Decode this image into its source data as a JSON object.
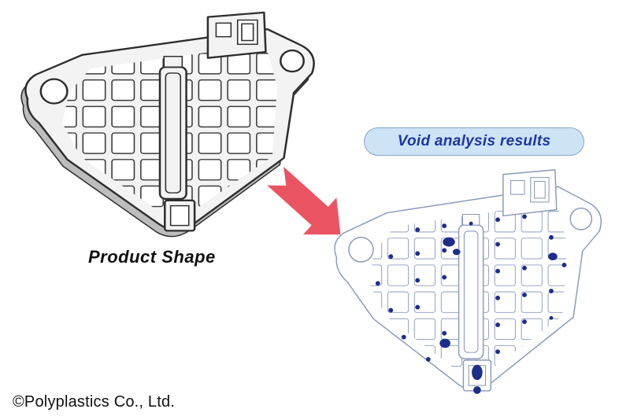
{
  "labels": {
    "product_shape": "Product Shape",
    "void_results": "Void analysis results",
    "copyright": "©Polyplastics Co., Ltd."
  },
  "colors": {
    "background": "#ffffff",
    "arrow_red": "#ea5462",
    "badge_fill": "#cde4f6",
    "badge_border": "#86a4c6",
    "badge_text": "#1f35a8",
    "solid_edge": "#2e2e2e",
    "solid_plate": "#f3f3f3",
    "solid_depth": "#bdbdbd",
    "wireframe_stroke": "#8b99b8",
    "void_spot_color": "#1d2d8a"
  },
  "icons": {
    "product_drawing": "product-shape-3d-drawing",
    "wireframe_drawing": "void-analysis-wireframe-drawing",
    "arrow": "transform-arrow-icon",
    "void_spots": "void-spots"
  }
}
